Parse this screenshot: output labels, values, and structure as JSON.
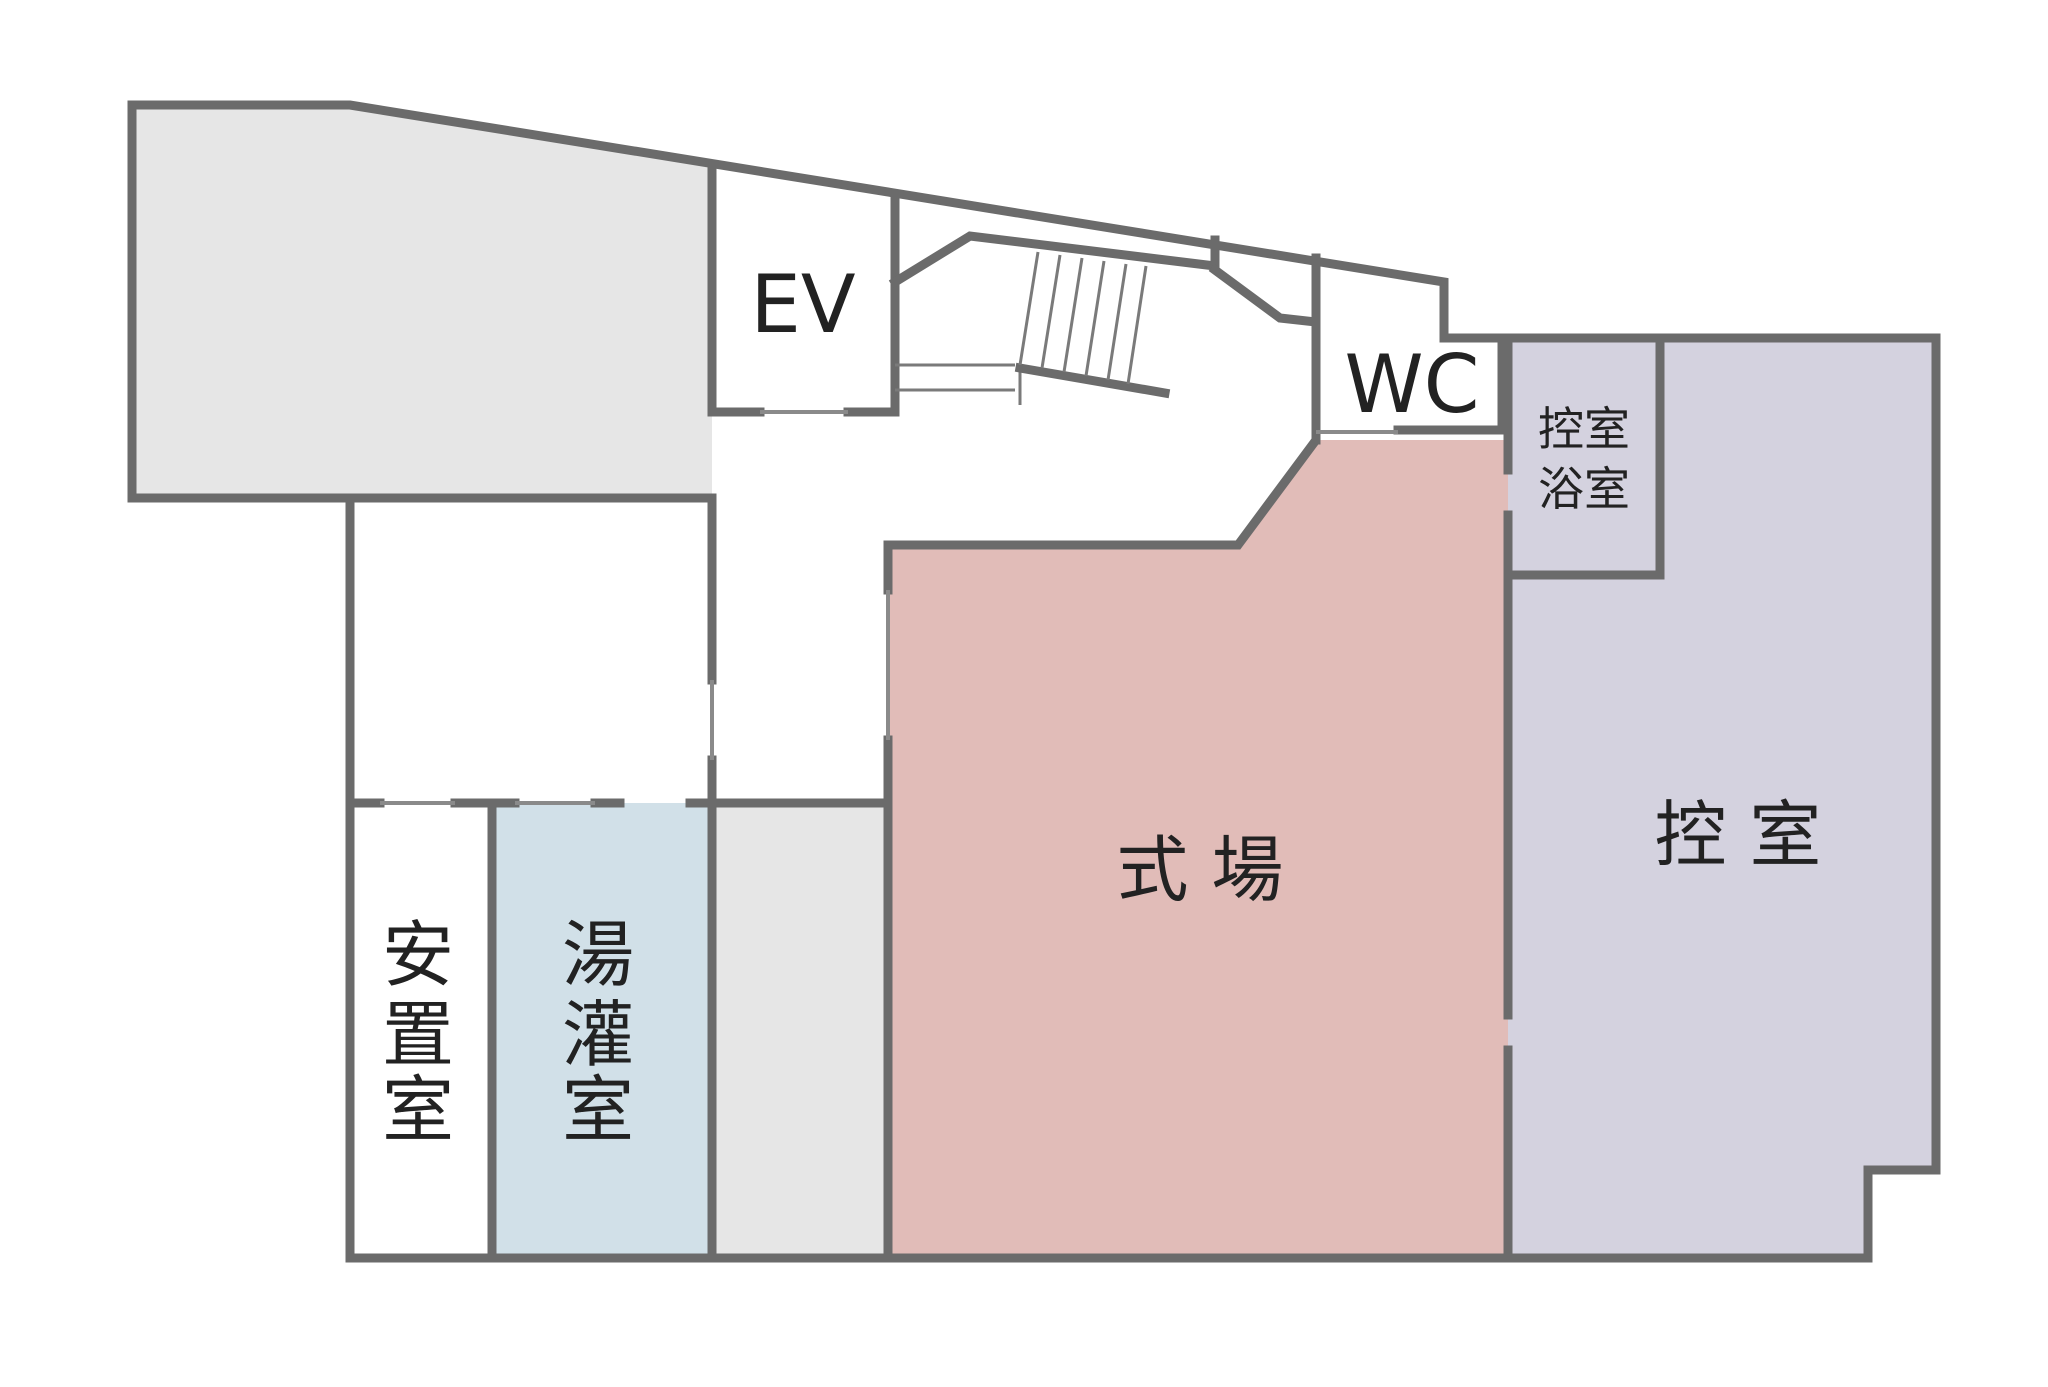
{
  "floor_plan": {
    "rooms": {
      "ev": {
        "label": "EV"
      },
      "wc": {
        "label": "WC"
      },
      "anchi": {
        "label": "安置室",
        "chars": [
          "安",
          "置",
          "室"
        ]
      },
      "yukan": {
        "label": "湯灌室",
        "chars": [
          "湯",
          "灌",
          "室"
        ]
      },
      "shikijo": {
        "label": "式 場"
      },
      "hikaeshitsu": {
        "label": "控 室"
      },
      "hikae_yokushitsu": {
        "line1": "控室",
        "line2": "浴室"
      }
    },
    "colors": {
      "wall": "#6b6b6b",
      "storage": "#e6e6e6",
      "shikijo": "#e1bcb8",
      "hikaeshitsu": "#d4d2df",
      "yukan": "#d1e0e8",
      "floor": "#ffffff"
    }
  }
}
